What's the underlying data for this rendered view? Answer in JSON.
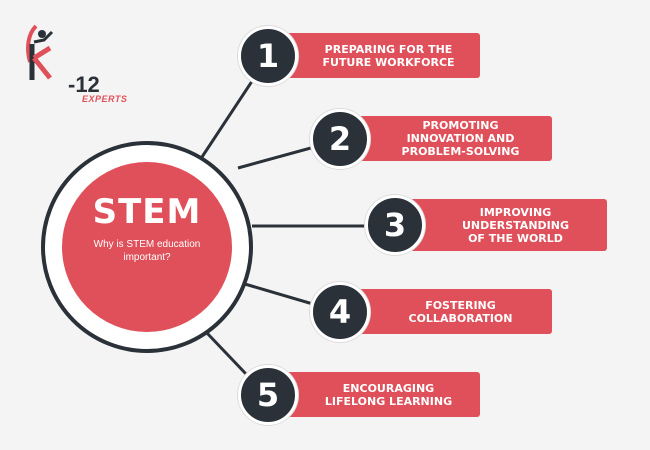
{
  "logo": {
    "text": "-12",
    "subtitle": "EXPERTS"
  },
  "hub": {
    "title": "STEM",
    "subtitle": "Why is STEM education important?"
  },
  "items": [
    {
      "number": "1",
      "label": "PREPARING FOR THE FUTURE WORKFORCE"
    },
    {
      "number": "2",
      "label": "PROMOTING INNOVATION AND PROBLEM-SOLVING"
    },
    {
      "number": "3",
      "label": "IMPROVING UNDERSTANDING OF THE WORLD"
    },
    {
      "number": "4",
      "label": "FOSTERING COLLABORATION"
    },
    {
      "number": "5",
      "label": "ENCOURAGING LIFELONG LEARNING"
    }
  ],
  "colors": {
    "accent": "#e0505a",
    "dark": "#2a3139",
    "background": "#f4f4f4"
  }
}
